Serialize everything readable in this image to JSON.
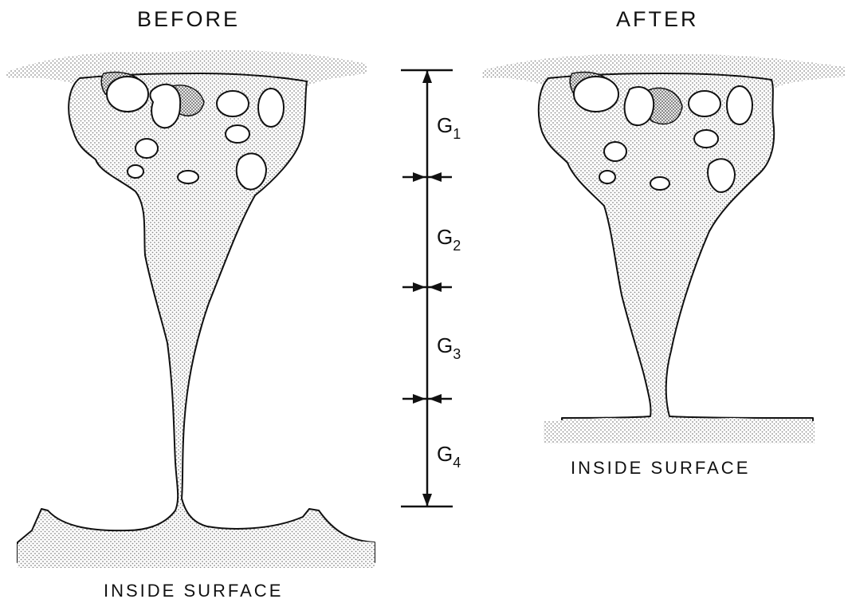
{
  "titles": {
    "before": "BEFORE",
    "after": "AFTER"
  },
  "surfaces": {
    "before_label": "INSIDE SURFACE",
    "after_label": "INSIDE SURFACE"
  },
  "scale_segments": [
    {
      "letter": "G",
      "sub": "1"
    },
    {
      "letter": "G",
      "sub": "2"
    },
    {
      "letter": "G",
      "sub": "3"
    },
    {
      "letter": "G",
      "sub": "4"
    }
  ],
  "colors": {
    "ink": "#111111",
    "stipple": "#9a9a9a",
    "background": "#ffffff"
  }
}
